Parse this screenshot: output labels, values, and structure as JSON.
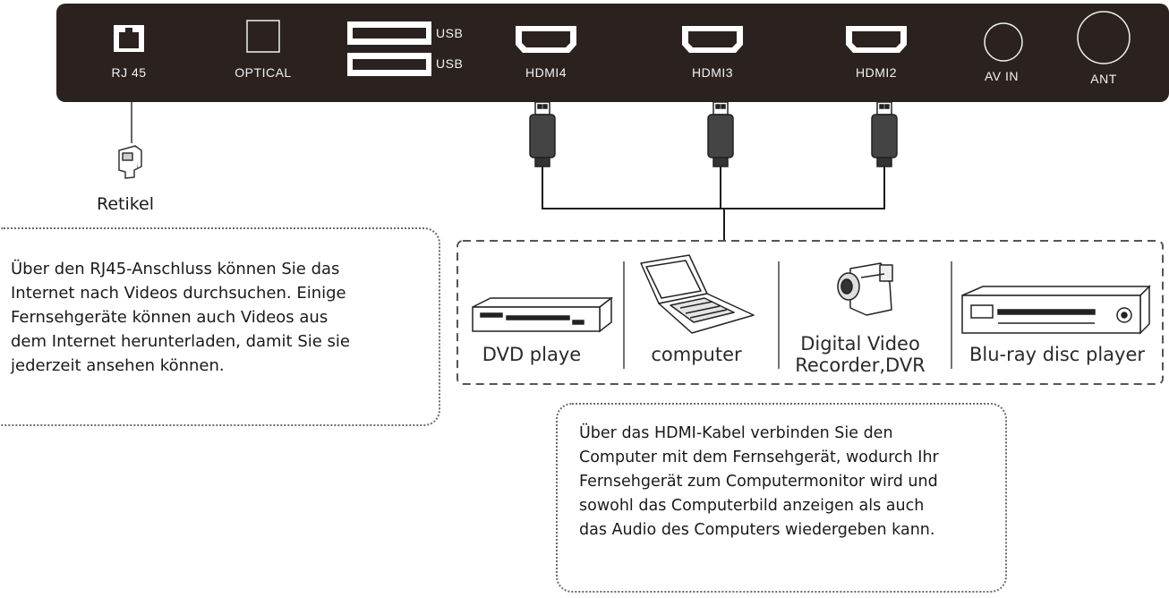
{
  "ports": {
    "rj45": "RJ 45",
    "optical": "OPTICAL",
    "usb1": "USB",
    "usb2": "USB",
    "hdmi4": "HDMI4",
    "hdmi3": "HDMI3",
    "hdmi2": "HDMI2",
    "av_in": "AV IN",
    "ant": "ANT"
  },
  "router_label": "Retikel",
  "devices": {
    "dvd": "DVD playe",
    "computer": "computer",
    "camcorder_line1": "Digital Video",
    "camcorder_line2": "Recorder,DVR",
    "bluray": "Blu-ray disc player"
  },
  "notes": {
    "rj45_note": [
      "Über den RJ45-Anschluss können Sie das",
      "Internet nach Videos durchsuchen. Einige",
      "Fernsehgeräte können auch Videos aus",
      "dem Internet herunterladen, damit Sie sie",
      "jederzeit ansehen können."
    ],
    "hdmi_note": [
      "Über das HDMI-Kabel verbinden Sie den",
      "Computer mit dem Fernsehgerät, wodurch Ihr",
      "Fernsehgerät zum Computermonitor wird und",
      "sowohl das Computerbild anzeigen als auch",
      "das Audio des Computers wiedergeben kann."
    ]
  },
  "colors": {
    "panel": "#2b2220",
    "line": "#1a1a1a",
    "dashed_border": "#555555"
  }
}
